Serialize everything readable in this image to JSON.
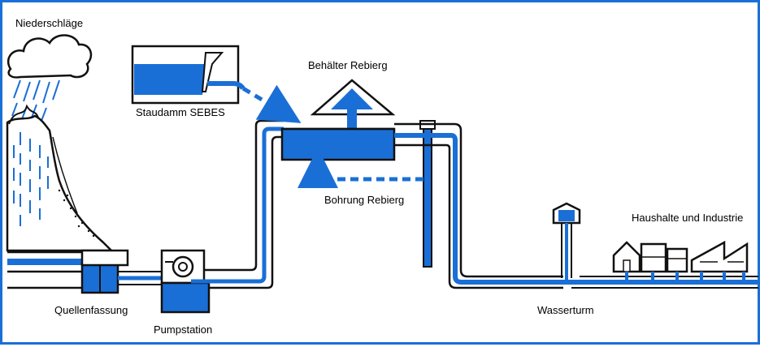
{
  "labels": {
    "precipitation": "Niederschläge",
    "dam": "Staudamm SEBES",
    "reservoir": "Behälter Rebierg",
    "borehole": "Bohrung Rebierg",
    "households": "Haushalte und Industrie",
    "spring": "Quellenfassung",
    "pump": "Pumpstation",
    "tower": "Wasserturm"
  },
  "colors": {
    "water": "#1a6fd6",
    "line": "#111111",
    "frame": "#1a6fd6"
  },
  "icons": {
    "cloud": "cloud-icon",
    "rain": "rain-icon",
    "pump": "pump-icon",
    "factory": "factory-icon",
    "house": "house-icon"
  }
}
